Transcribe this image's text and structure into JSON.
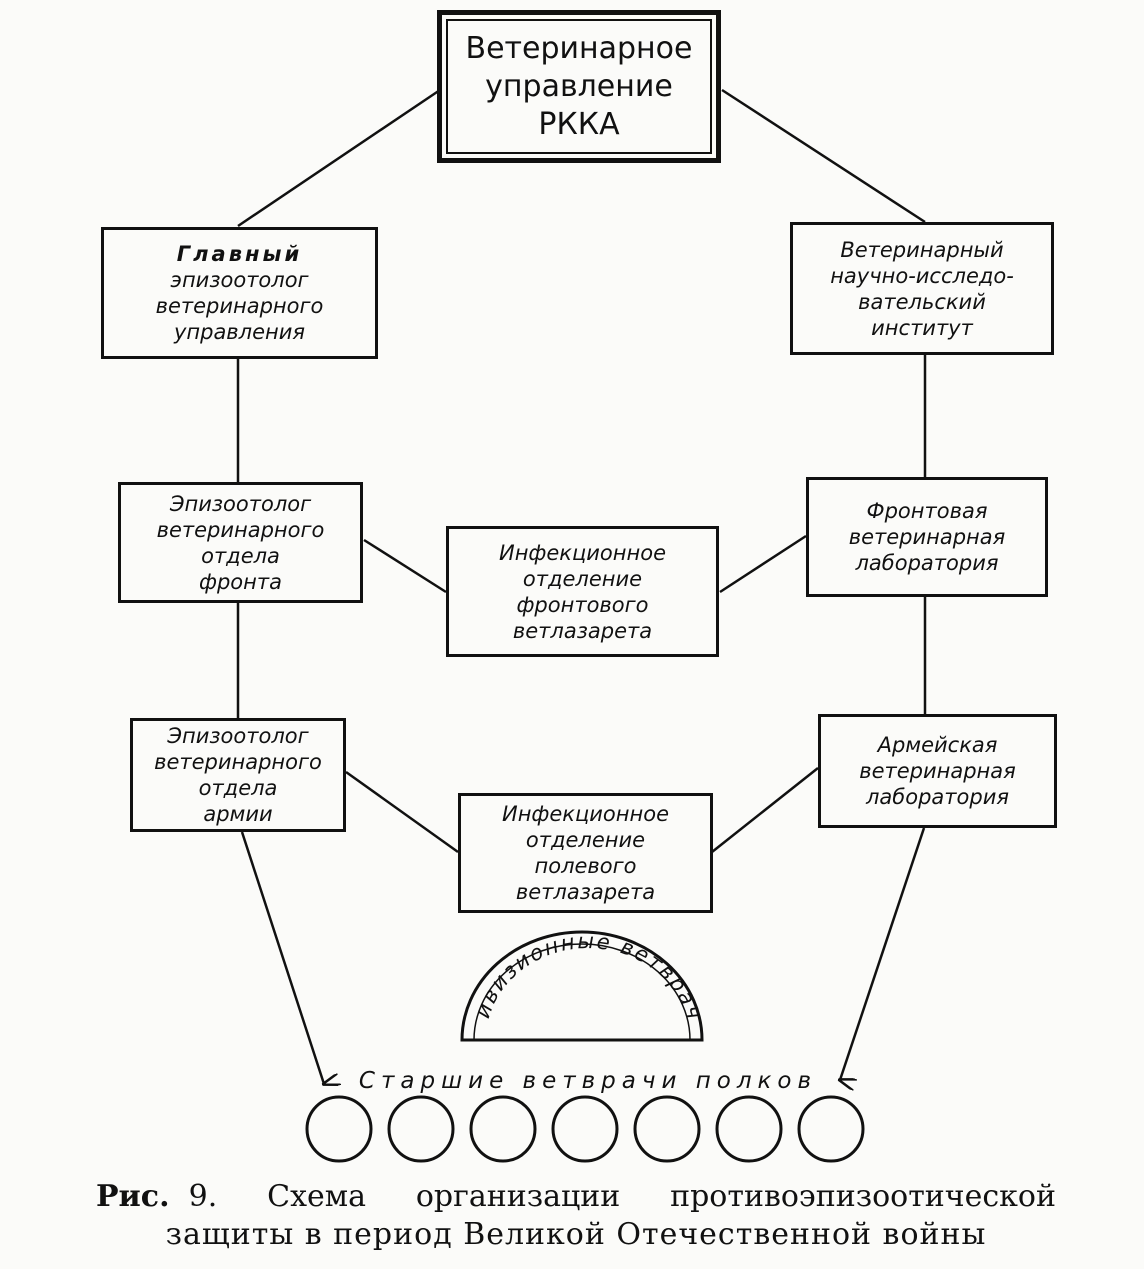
{
  "nodes": {
    "root": [
      "Ветеринарное",
      "управление",
      "РККА"
    ],
    "chief": [
      "Главный",
      "эпизоотолог",
      "ветеринарного",
      "управления"
    ],
    "institute": [
      "Ветеринарный",
      "научно-исследо-",
      "вательский",
      "институт"
    ],
    "front_epi": [
      "Эпизоотолог",
      "ветеринарного",
      "отдела",
      "фронта"
    ],
    "front_infect": [
      "Инфекционное",
      "отделение",
      "фронтового",
      "ветлазарета"
    ],
    "front_lab": [
      "Фронтовая",
      "ветеринарная",
      "лаборатория"
    ],
    "army_epi": [
      "Эпизоотолог",
      "ветеринарного",
      "отдела",
      "армии"
    ],
    "field_infect": [
      "Инфекционное",
      "отделение",
      "полевого",
      "ветлазарета"
    ],
    "army_lab": [
      "Армейская",
      "ветеринарная",
      "лаборатория"
    ]
  },
  "divisional_label": "Дивизионные ветврачи",
  "regimental_label": "Старшие ветврачи полков",
  "regiment_circle_count": 7,
  "caption": {
    "fig": "Рис.",
    "num": "9.",
    "words": [
      "Схема",
      "организации",
      "противоэпизоотической"
    ],
    "line2": "защиты в период Великой Отечественной войны"
  }
}
